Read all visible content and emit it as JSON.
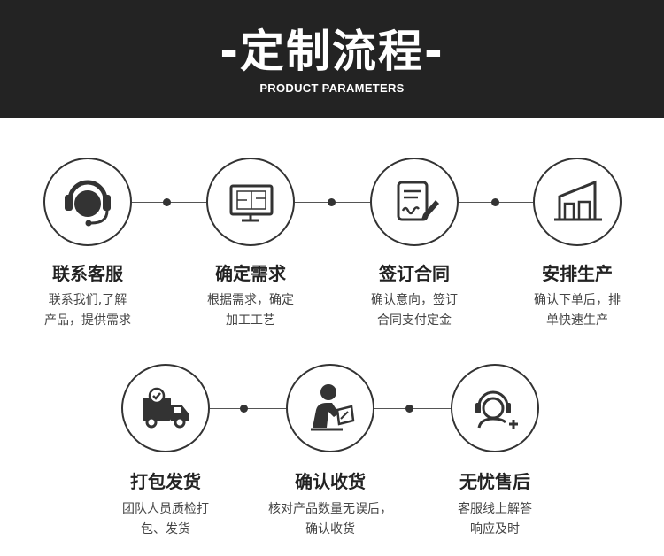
{
  "header": {
    "title": "-定制流程-",
    "subtitle": "PRODUCT PARAMETERS"
  },
  "steps": [
    {
      "title": "联系客服",
      "desc": [
        "联系我们,了解",
        "产品，提供需求"
      ],
      "icon": "headset-icon"
    },
    {
      "title": "确定需求",
      "desc": [
        "根据需求，确定",
        "加工工艺"
      ],
      "icon": "blueprint-monitor-icon"
    },
    {
      "title": "签订合同",
      "desc": [
        "确认意向，签订",
        "合同支付定金"
      ],
      "icon": "contract-sign-icon"
    },
    {
      "title": "安排生产",
      "desc": [
        "确认下单后，排",
        "单快速生产"
      ],
      "icon": "factory-icon"
    },
    {
      "title": "打包发货",
      "desc": [
        "团队人员质检打",
        "包、发货"
      ],
      "icon": "delivery-truck-icon"
    },
    {
      "title": "确认收货",
      "desc": [
        "核对产品数量无误后，",
        "确认收货"
      ],
      "icon": "person-signing-icon"
    },
    {
      "title": "无忧售后",
      "desc": [
        "客服线上解答",
        "响应及时"
      ],
      "icon": "support-agent-icon"
    }
  ],
  "colors": {
    "header_bg": "#232323",
    "line": "#333333",
    "text": "#222222"
  }
}
